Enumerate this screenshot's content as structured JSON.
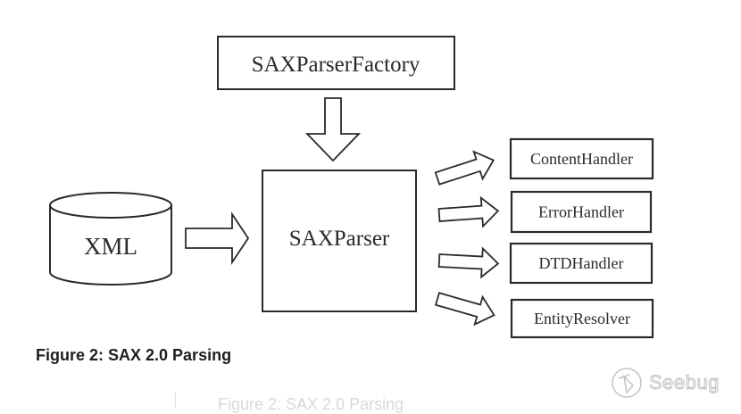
{
  "diagram": {
    "factory": {
      "label": "SAXParserFactory"
    },
    "parser": {
      "label": "SAXParser"
    },
    "source": {
      "label": "XML"
    },
    "handlers": [
      {
        "label": "ContentHandler"
      },
      {
        "label": "ErrorHandler"
      },
      {
        "label": "DTDHandler"
      },
      {
        "label": "EntityResolver"
      }
    ],
    "stroke_color": "#2a2a2a"
  },
  "caption": "Figure 2: SAX 2.0 Parsing",
  "ghost_caption": "Figure 2: SAX 2.0 Parsing",
  "watermark": {
    "text": "Seebug",
    "icon": "seebug-logo-icon"
  }
}
